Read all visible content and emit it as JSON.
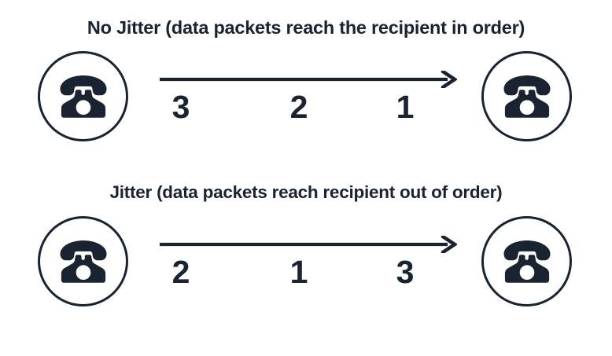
{
  "colors": {
    "ink": "#1a2332",
    "background": "#ffffff"
  },
  "sections": [
    {
      "title": "No Jitter (data packets reach the recipient in order)",
      "sender_icon": "telephone-icon",
      "receiver_icon": "telephone-icon",
      "arrow": "arrow-right-icon",
      "packets": [
        "3",
        "2",
        "1"
      ]
    },
    {
      "title": "Jitter (data packets reach recipient out of order)",
      "sender_icon": "telephone-icon",
      "receiver_icon": "telephone-icon",
      "arrow": "arrow-right-icon",
      "packets": [
        "2",
        "1",
        "3"
      ]
    }
  ]
}
